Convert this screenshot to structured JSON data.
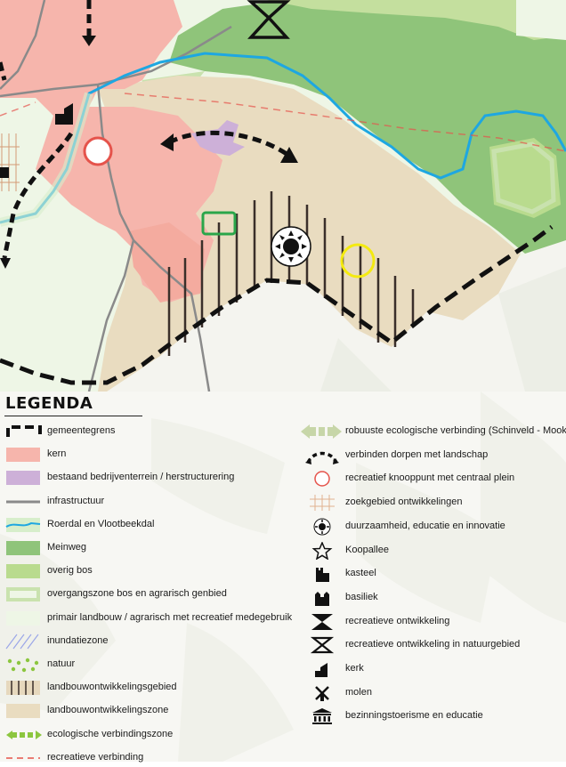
{
  "legend": {
    "title": "LEGENDA",
    "left_items": [
      {
        "id": "gemeentegrens",
        "label": "gemeentegrens",
        "symbol": "dash-border"
      },
      {
        "id": "kern",
        "label": "kern",
        "symbol": "fill",
        "color": "#f6b5ac"
      },
      {
        "id": "bedrijventerrein",
        "label": "bestaand bedrijventerrein / herstructurering",
        "symbol": "fill",
        "color": "#cdb0d8"
      },
      {
        "id": "infrastructuur",
        "label": "infrastructuur",
        "symbol": "line",
        "color": "#8a8a8a"
      },
      {
        "id": "roerdal",
        "label": "Roerdal en Vlootbeekdal",
        "symbol": "river",
        "color": "#d7eecb"
      },
      {
        "id": "meinweg",
        "label": "Meinweg",
        "symbol": "fill",
        "color": "#8fc47a"
      },
      {
        "id": "overig-bos",
        "label": "overig bos",
        "symbol": "fill",
        "color": "#b9db8e"
      },
      {
        "id": "overgangszone",
        "label": "overgangszone bos en agrarisch genbied",
        "symbol": "outline-fill",
        "color": "#c9e2ae"
      },
      {
        "id": "primair-landbouw",
        "label": "primair landbouw / agrarisch met recreatief medegebruik",
        "symbol": "fill",
        "color": "#eef6e6"
      },
      {
        "id": "inundatiezone",
        "label": "inundatiezone",
        "symbol": "hatch-blue",
        "color": "#9aa6e8"
      },
      {
        "id": "natuur",
        "label": "natuur",
        "symbol": "dots",
        "color": "#8cc63f"
      },
      {
        "id": "landbouwontwikkelingsgebied",
        "label": "landbouwontwikkelingsgebied",
        "symbol": "vlines",
        "color": "#e6d8bd"
      },
      {
        "id": "landbouwontwikkelingszone",
        "label": "landbouwontwikkelingszone",
        "symbol": "fill",
        "color": "#e9dcc0"
      },
      {
        "id": "ecologische-verbindingszone",
        "label": "ecologische  verbindingszone",
        "symbol": "eco-arrow",
        "color": "#8cc63f"
      },
      {
        "id": "recreatieve-verbinding",
        "label": "recreatieve verbinding",
        "symbol": "dash-red",
        "color": "#e5534b"
      }
    ],
    "right_items": [
      {
        "id": "robuuste-verbinding",
        "label": "robuuste ecologische verbinding (Schinveld - Mook)",
        "symbol": "robust-arrow",
        "color": "#c7d6a8"
      },
      {
        "id": "verbinden-dorpen",
        "label": "verbinden dorpen met landschap",
        "symbol": "dash-arc"
      },
      {
        "id": "knooppunt",
        "label": "recreatief knooppunt met centraal plein",
        "symbol": "red-circle",
        "color": "#e5534b"
      },
      {
        "id": "zoekgebied",
        "label": "zoekgebied ontwikkelingen",
        "symbol": "grid",
        "color": "#e0b28f"
      },
      {
        "id": "duurzaamheid",
        "label": "duurzaamheid, educatie en innovatie",
        "symbol": "sun-icon"
      },
      {
        "id": "koopallee",
        "label": "Koopallee",
        "symbol": "star-icon"
      },
      {
        "id": "kasteel",
        "label": "kasteel",
        "symbol": "castle-icon"
      },
      {
        "id": "basiliek",
        "label": "basiliek",
        "symbol": "basilica-icon"
      },
      {
        "id": "recreatieve-ontwikkeling",
        "label": "recreatieve ontwikkeling",
        "symbol": "hourglass-icon"
      },
      {
        "id": "recreatieve-ontwikkeling-natuur",
        "label": "recreatieve ontwikkeling in natuurgebied",
        "symbol": "hourglass-outline-icon"
      },
      {
        "id": "kerk",
        "label": "kerk",
        "symbol": "church-icon"
      },
      {
        "id": "molen",
        "label": "molen",
        "symbol": "windmill-icon"
      },
      {
        "id": "bezinningstoerisme",
        "label": "bezinningstoerisme en educatie",
        "symbol": "temple-icon"
      }
    ]
  },
  "colors": {
    "kern": "#f6b5ac",
    "landbouwzone": "#e9dcc0",
    "meinweg": "#8fc47a",
    "overig_bos": "#b9db8e",
    "primair": "#eef6e6",
    "river": "#1ea7e1",
    "road": "#8a8a8a",
    "bedrijventerrein": "#cdb0d8",
    "boundary": "#111111",
    "recreatief": "#e5534b",
    "inactive_bg": "#f2f2ee",
    "green_rect": "#2aa64a",
    "yellow_circle": "#f4ea10"
  }
}
